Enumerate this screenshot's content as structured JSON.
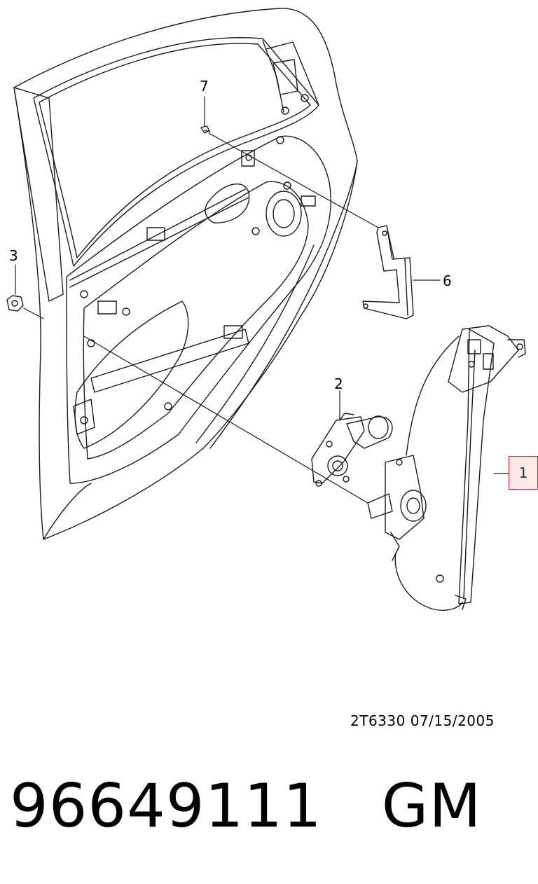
{
  "diagram": {
    "callouts": {
      "c1": "1",
      "c2": "2",
      "c3": "3",
      "c6": "6",
      "c7": "7"
    },
    "highlight_color": "#e02020"
  },
  "footer": {
    "reference": "2T6330  07/15/2005",
    "part_number": "96649111",
    "brand": "GM"
  }
}
